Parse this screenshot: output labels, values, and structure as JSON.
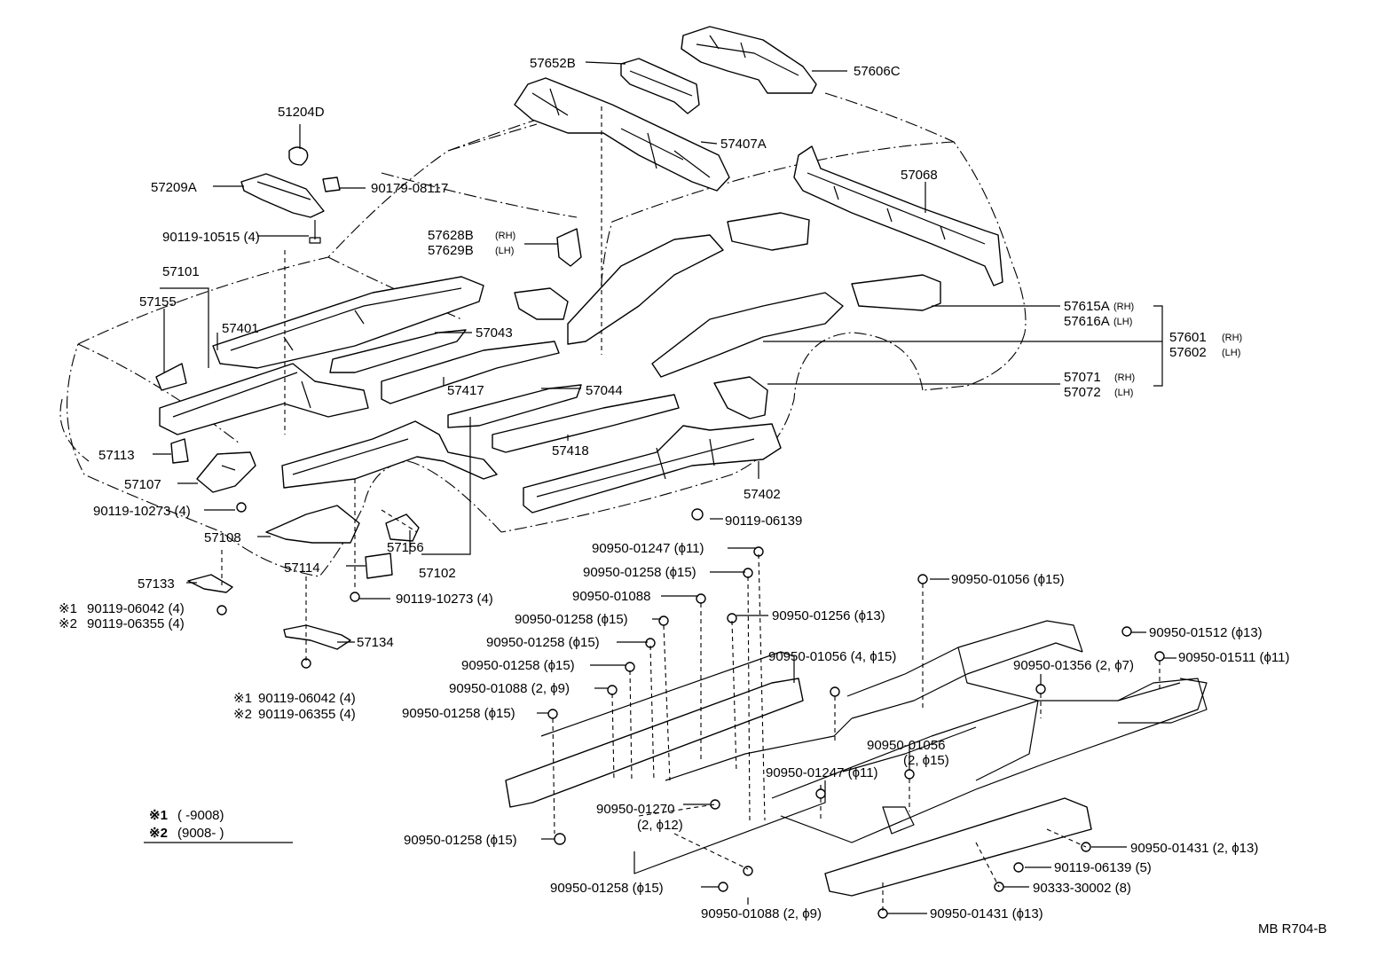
{
  "drawing_code": "MB R704-B",
  "legend": {
    "mark1": "※1",
    "range1": "(      -9008)",
    "mark2": "※2",
    "range2": "(9008-      )"
  },
  "labels": {
    "p57652B": "57652B",
    "p57606C": "57606C",
    "p51204D": "51204D",
    "p57407A": "57407A",
    "p57209A": "57209A",
    "p90179_08117": "90179-08117",
    "p57068": "57068",
    "p90119_10515": "90119-10515 (4)",
    "p57628B": "57628B",
    "p57628B_side": "(RH)",
    "p57629B": "57629B",
    "p57629B_side": "(LH)",
    "p57101": "57101",
    "p57155": "57155",
    "p57401": "57401",
    "p57043": "57043",
    "p57615A": "57615A",
    "p57615A_side": "(RH)",
    "p57616A": "57616A",
    "p57616A_side": "(LH)",
    "p57601": "57601",
    "p57601_side": "(RH)",
    "p57602": "57602",
    "p57602_side": "(LH)",
    "p57417": "57417",
    "p57044": "57044",
    "p57071": "57071",
    "p57071_side": "(RH)",
    "p57072": "57072",
    "p57072_side": "(LH)",
    "p57113": "57113",
    "p57418": "57418",
    "p57107": "57107",
    "p90119_10273a": "90119-10273 (4)",
    "p57402": "57402",
    "p90119_06139": "90119-06139",
    "p57108": "57108",
    "p57156": "57156",
    "p57114": "57114",
    "p57102": "57102",
    "p90950_01247a": "90950-01247 (ϕ11)",
    "p90950_01258a": "90950-01258 (ϕ15)",
    "p57133": "57133",
    "p90119_10273b": "90119-10273 (4)",
    "p90950_01056a": "90950-01056 (ϕ15)",
    "p90950_01088a": "90950-01088",
    "m1a": "※1",
    "p90119_06042a": "90119-06042 (4)",
    "m2a": "※2",
    "p90119_06355a": "90119-06355 (4)",
    "p90950_01258b": "90950-01258 (ϕ15)",
    "p90950_01256": "90950-01256 (ϕ13)",
    "p90950_01512": "90950-01512 (ϕ13)",
    "p57134": "57134",
    "p90950_01258c": "90950-01258 (ϕ15)",
    "p90950_01056b": "90950-01056 (4, ϕ15)",
    "p90950_01511": "90950-01511 (ϕ11)",
    "p90950_01258d": "90950-01258 (ϕ15)",
    "p90950_01356": "90950-01356 (2, ϕ7)",
    "m1b": "※1",
    "p90119_06042b": "90119-06042 (4)",
    "m2b": "※2",
    "p90119_06355b": "90119-06355 (4)",
    "p90950_01088b": "90950-01088 (2, ϕ9)",
    "p90950_01258e": "90950-01258 (ϕ15)",
    "p90950_01056c": "90950-01056",
    "p90950_01056c_qty": "(2, ϕ15)",
    "p90950_01247b": "90950-01247 (ϕ11)",
    "p90950_01270": "90950-01270",
    "p90950_01270_qty": "(2, ϕ12)",
    "p90950_01258f": "90950-01258 (ϕ15)",
    "p90950_01431a": "90950-01431 (2, ϕ13)",
    "p90119_06139b": "90119-06139 (5)",
    "p90950_01258g": "90950-01258 (ϕ15)",
    "p90333_30002": "90333-30002 (8)",
    "p90950_01088c": "90950-01088 (2, ϕ9)",
    "p90950_01431b": "90950-01431 (ϕ13)"
  }
}
